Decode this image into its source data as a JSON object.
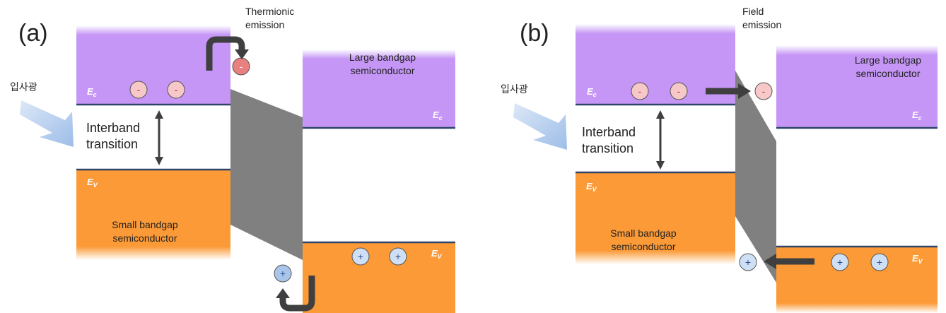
{
  "colors": {
    "conduction": "#c596f5",
    "valence": "#fb9a36",
    "edge_line": "#2e4468",
    "junction": "#808080",
    "arrow": "#3f3f3f",
    "electron_fill": "#f7c8c8",
    "electron_fill_emitted": "#e88080",
    "hole_fill": "#cfe0f6",
    "hole_fill_emitted": "#a9c6ea",
    "light_arrow": "#a9c6ea"
  },
  "panel_a": {
    "label": "(a)",
    "incident_light": "입사광",
    "transition": [
      "Interband",
      "transition"
    ],
    "emission": [
      "Thermionic",
      "emission"
    ],
    "left_Ec": "E",
    "left_Ec_sub": "c",
    "left_Ev": "E",
    "left_Ev_sub": "V",
    "left_material": [
      "Small bandgap",
      "semiconductor"
    ],
    "right_material": [
      "Large bandgap",
      "semiconductor"
    ],
    "right_Ec": "E",
    "right_Ec_sub": "c",
    "right_Ev": "E",
    "right_Ev_sub": "V",
    "electron_sign": "-",
    "hole_sign": "+"
  },
  "panel_b": {
    "label": "(b)",
    "incident_light": "입사광",
    "transition": [
      "Interband",
      "transition"
    ],
    "emission": [
      "Field",
      "emission"
    ],
    "left_Ec": "E",
    "left_Ec_sub": "c",
    "left_Ev": "E",
    "left_Ev_sub": "V",
    "left_material": [
      "Small bandgap",
      "semiconductor"
    ],
    "right_material": [
      "Large bandgap",
      "semiconductor"
    ],
    "right_Ec": "E",
    "right_Ec_sub": "c",
    "right_Ev": "E",
    "right_Ev_sub": "V",
    "electron_sign": "-",
    "hole_sign": "+"
  }
}
